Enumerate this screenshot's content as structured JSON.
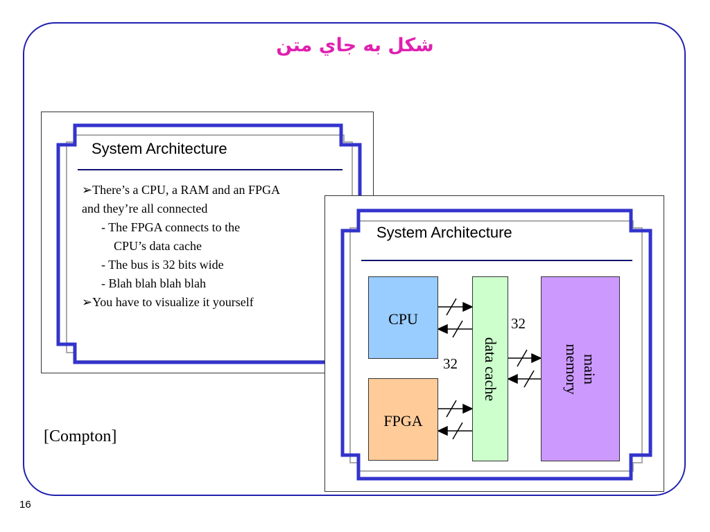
{
  "page_title": "شكل به جاي متن",
  "left_slide": {
    "title": "System Architecture",
    "bullets": [
      "➢There’s a CPU, a RAM and an FPGA",
      "and they’re all connected",
      "- The FPGA connects to the",
      "CPU’s data cache",
      "- The bus is 32 bits wide",
      "- Blah blah blah blah",
      "➢You have to visualize it yourself"
    ]
  },
  "right_slide": {
    "title": "System Architecture",
    "diagram": {
      "cpu_label": "CPU",
      "fpga_label": "FPGA",
      "cache_label": "data cache",
      "memory_label_line1": "main",
      "memory_label_line2": "memory",
      "bus_width_cpu": "32",
      "bus_width_memory": "32",
      "colors": {
        "cpu": "#99ccff",
        "fpga": "#ffcc99",
        "cache": "#ccffcc",
        "memory": "#cc99ff"
      }
    }
  },
  "citation": "[Compton]",
  "slide_number": "16",
  "colors": {
    "frame": "#2020b0",
    "title": "#e020b0",
    "slide_border": "#3333cc"
  }
}
